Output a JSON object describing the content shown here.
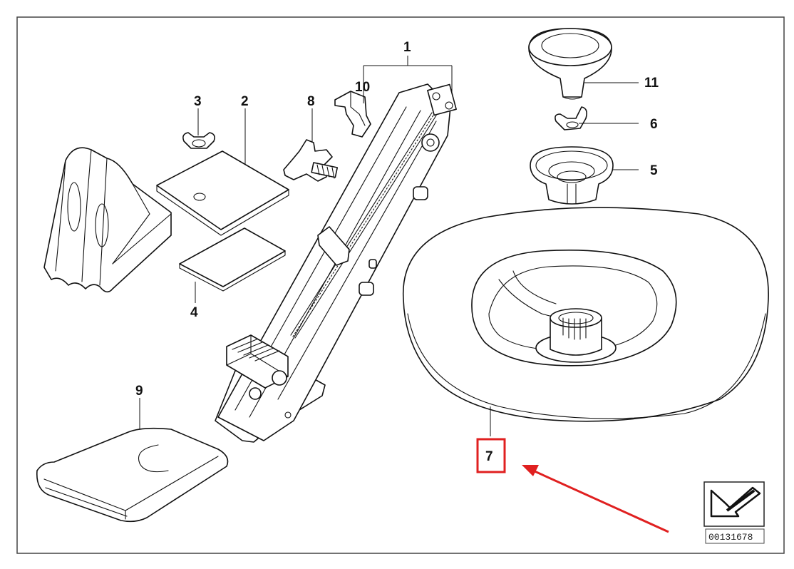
{
  "diagram": {
    "callouts": [
      {
        "id": "1",
        "label": "1"
      },
      {
        "id": "2",
        "label": "2"
      },
      {
        "id": "3",
        "label": "3"
      },
      {
        "id": "4",
        "label": "4"
      },
      {
        "id": "5",
        "label": "5"
      },
      {
        "id": "6",
        "label": "6"
      },
      {
        "id": "7",
        "label": "7"
      },
      {
        "id": "8",
        "label": "8"
      },
      {
        "id": "9",
        "label": "9"
      },
      {
        "id": "10",
        "label": "10"
      },
      {
        "id": "11",
        "label": "11"
      }
    ],
    "highlighted_callout": "7",
    "highlight_color": "#e02020",
    "arrow_color": "#e02020",
    "diagram_code": "00131678",
    "nav_icon": "direction-arrow-icon"
  }
}
